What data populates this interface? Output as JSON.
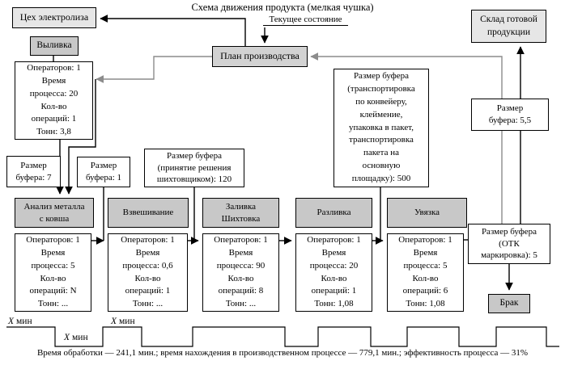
{
  "title": "Схема движения продукта (мелкая чушка)",
  "subtitle": "Текущее состояние",
  "nodes": {
    "electrolysis_shop": "Цех электролиза",
    "finished_goods_warehouse": [
      "Склад готовой",
      "продукции"
    ],
    "production_plan": "План производства",
    "pouring": "Выливка",
    "defect": "Брак"
  },
  "pouring_detail": [
    "Операторов: 1",
    "Время",
    "процесса: 20",
    "Кол-во",
    "операций: 1",
    "Тонн: 3,8"
  ],
  "buffers": {
    "b7": [
      "Размер",
      "буфера: 7"
    ],
    "b1": [
      "Размер",
      "буфера: 1"
    ],
    "b120": [
      "Размер буфера",
      "(принятие решения",
      "шихтовщиком): 120"
    ],
    "b500": [
      "Размер буфера",
      "(транспортировка",
      "по конвейеру,",
      "клеймение,",
      "упаковка в пакет,",
      "транспортировка",
      "пакета на",
      "основную",
      "площадку): 500"
    ],
    "b55": [
      "Размер",
      "буфера: 5,5"
    ],
    "botk": [
      "Размер буфера",
      "(ОТК",
      "маркировка): 5"
    ]
  },
  "processes": [
    {
      "label": [
        "Анализ металла",
        "с ковша"
      ],
      "details": [
        "Операторов: 1",
        "Время",
        "процесса: 5",
        "Кол-во",
        "операций: N",
        "Тонн: ..."
      ]
    },
    {
      "label": [
        "Взвешивание"
      ],
      "details": [
        "Операторов: 1",
        "Время",
        "процесса: 0,6",
        "Кол-во",
        "операций: 1",
        "Тонн: ..."
      ]
    },
    {
      "label": [
        "Заливка",
        "Шихтовка"
      ],
      "details": [
        "Операторов: 1",
        "Время",
        "процесса: 90",
        "Кол-во",
        "операций: 8",
        "Тонн: ..."
      ]
    },
    {
      "label": [
        "Разливка"
      ],
      "details": [
        "Операторов: 1",
        "Время",
        "процесса: 20",
        "Кол-во",
        "операций: 1",
        "Тонн: 1,08"
      ]
    },
    {
      "label": [
        "Увязка"
      ],
      "details": [
        "Операторов: 1",
        "Время",
        "процесса: 5",
        "Кол-во",
        "операций: 6",
        "Тонн: 1,08"
      ]
    }
  ],
  "timeline": {
    "labels": [
      {
        "x": "X",
        "unit": "мин"
      },
      {
        "x": "X",
        "unit": "мин"
      },
      {
        "x": "X",
        "unit": "мин"
      }
    ]
  },
  "caption": "Время обработки — 241,1 мин.; время нахождения в производственном процессе — 779,1 мин.; эффективность процесса — 31%",
  "colors": {
    "process_box": "#c8c8c8",
    "terminal_box": "#e6e6e6",
    "plan_box": "#d2d2d2",
    "info_line": "#8c8c8c",
    "flow_line": "#000000"
  }
}
